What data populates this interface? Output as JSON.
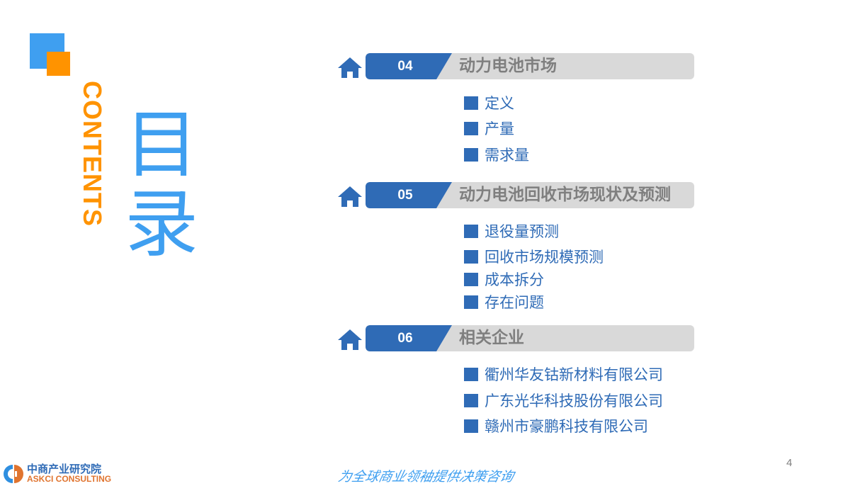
{
  "page": {
    "heading_en": "CONTENTS",
    "heading_cn": "目录",
    "colors": {
      "accent_blue": "#3f9ff0",
      "accent_orange": "#ff9300",
      "section_blue": "#2f6bb6",
      "bar_gray": "#d9d9d9",
      "title_gray": "#7f7f7f"
    }
  },
  "sections": [
    {
      "number": "04",
      "title": "动力电池市场",
      "icon": "home-icon",
      "items": [
        "定义",
        "产量",
        "需求量"
      ]
    },
    {
      "number": "05",
      "title": "动力电池回收市场现状及预测",
      "icon": "home-icon",
      "items": [
        "退役量预测",
        "回收市场规模预测",
        "成本拆分",
        "存在问题"
      ]
    },
    {
      "number": "06",
      "title": "相关企业",
      "icon": "home-icon",
      "items": [
        "衢州华友钴新材料有限公司",
        "广东光华科技股份有限公司",
        "赣州市豪鹏科技有限公司"
      ]
    }
  ],
  "footer": {
    "logo_cn": "中商产业研究院",
    "logo_en": "ASKCI CONSULTING",
    "slogan": "为全球商业领袖提供决策咨询",
    "page_number": "4"
  }
}
